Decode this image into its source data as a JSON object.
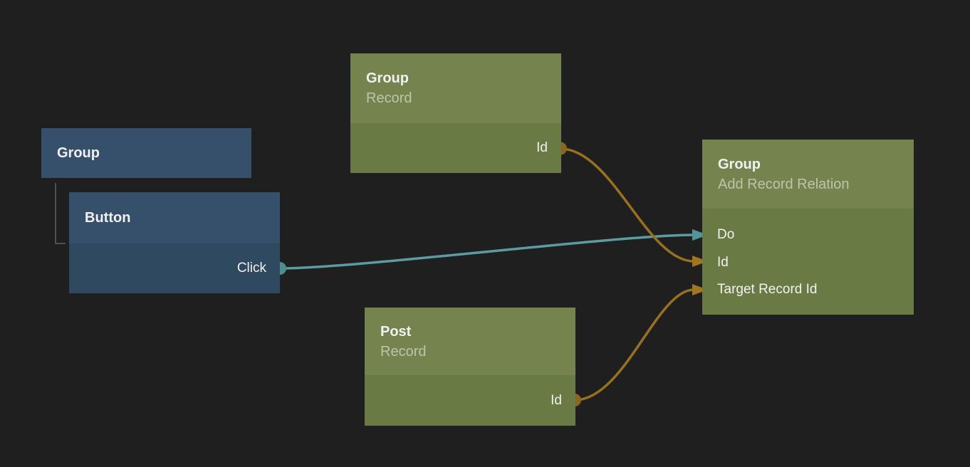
{
  "colors": {
    "background": "#1f1f20",
    "blue_node_header": "#364f6b",
    "blue_node_body": "#2f4961",
    "green_node_header": "#75844e",
    "green_node_body": "#6a7a45",
    "teal_wire": "#5c9ca0",
    "teal_port": "#4e8d90",
    "teal_arrow": "#549497",
    "orange_wire": "#97711f",
    "orange_port": "#876723",
    "orange_arrow": "#a0761e",
    "tree_line": "#4f4f4f"
  },
  "nodes": {
    "group_element": {
      "title": "Group"
    },
    "button_element": {
      "title": "Button",
      "output_port": "Click"
    },
    "group_record": {
      "title": "Group",
      "subtitle": "Record",
      "output_port": "Id"
    },
    "post_record": {
      "title": "Post",
      "subtitle": "Record",
      "output_port": "Id"
    },
    "add_record_relation": {
      "title": "Group",
      "subtitle": "Add Record Relation",
      "inputs": [
        "Do",
        "Id",
        "Target Record Id"
      ]
    }
  },
  "edges": [
    {
      "from": "Button / Click",
      "to": "Group / Do",
      "color": "teal"
    },
    {
      "from": "Group Record / Id",
      "to": "Group / Id",
      "color": "orange"
    },
    {
      "from": "Post Record / Id",
      "to": "Group / Target Record Id",
      "color": "orange"
    }
  ]
}
